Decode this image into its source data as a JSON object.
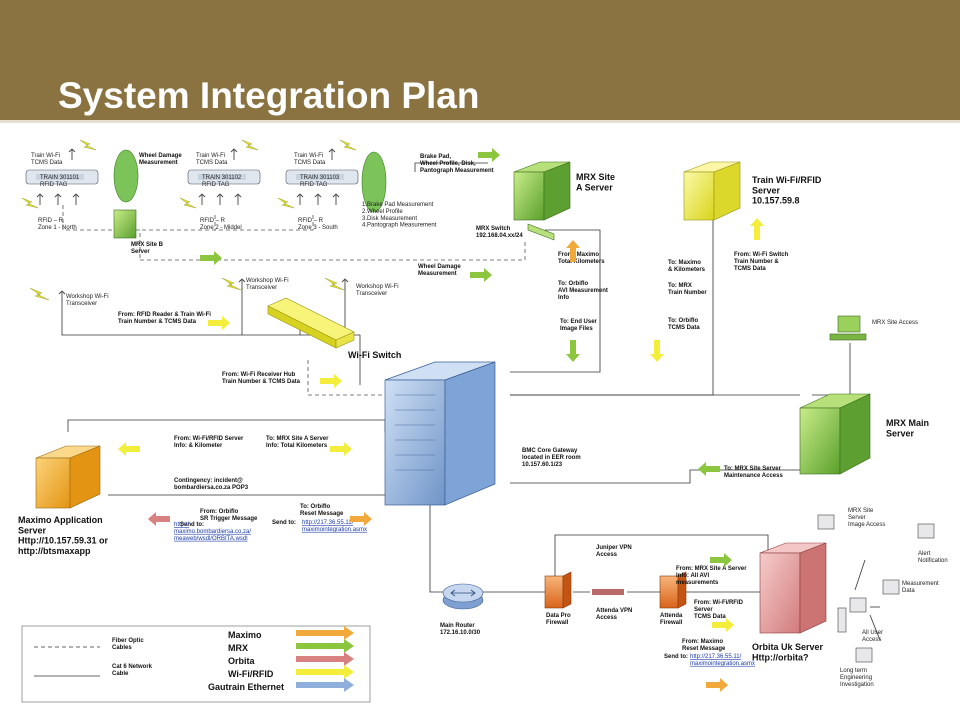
{
  "title": "System Integration Plan",
  "colors": {
    "header": "#8a7340",
    "maximo": "#f2a93b",
    "mrx": "#8cc63f",
    "orbita": "#d98080",
    "wifi_rfid": "#f2ee3b",
    "gautrain": "#8fb0dd"
  },
  "trains": [
    {
      "data": "Train Wi-Fi\nTCMS Data",
      "tag": "TRAIN 301101\nRFID TAG",
      "zone": "RFID – R\nZone 1 - North"
    },
    {
      "data": "Train Wi-Fi\nTCMS Data",
      "tag": "TRAIN 301102\nRFID TAG",
      "zone": "RFID – R\nZone 2 - Middel"
    },
    {
      "data": "Train Wi-Fi\nTCMS Data",
      "tag": "TRAIN 301103\nRFID TAG",
      "zone": "RFID – R\nZone 3 - South"
    }
  ],
  "wheel_damage": "Wheel Damage\nMeasurement",
  "mrx_site_b": "MRX Site B\nServer",
  "measurement_list": "1.Brake Pad Measurement\n2.Wheel Profile\n3.Disk Measurement\n4.Pantograph Measurement",
  "brake_pad": "Brake Pad,\nWheel Profile, Disk,\nPantograph Measurement",
  "mrx_site_a": "MRX Site\nA Server",
  "mrx_switch": "MRX Switch\n192.168.04.xx/24",
  "from_maximo_total": "From: Maximo\nTotal Kilometers",
  "to_orbiflo_avi": "To: Orbiflo\nAVI Measurement\nInfo",
  "to_end_user": "To: End User\nImage Files",
  "to_maximo_km": "To: Maximo\n& Kilometers",
  "to_mrx_train": "To: MRX\nTrain Number",
  "to_orbiflo_tcms": "To: Orbiflo\nTCMS Data",
  "train_wifi_server": "Train Wi-Fi/RFID\nServer\n10.157.59.8",
  "from_wifi_switch": "From: Wi-Fi Switch\nTrain Number &\nTCMS Data",
  "wheel_damage_2": "Wheel Damage\nMeasurement",
  "workshop_left": "Workshop Wi-Fi\nTransceiver",
  "workshop_mid": "Workshop Wi-Fi\nTransceiver",
  "workshop_right": "Workshop Wi-Fi\nTransceiver",
  "from_rfid_reader": "From: RFID Reader & Train Wi-Fi\nTrain Number & TCMS Data",
  "wifi_switch": "Wi-Fi Switch",
  "from_wifi_hub": "From: Wi-Fi Receiver Hub\nTrain Number & TCMS Data",
  "mrx_site_access": "MRX Site Access",
  "mrx_main": "MRX Main\nServer",
  "from_wifi_rfid_server": "From: Wi-Fi/RFID Server\nInfo: & Kilometer",
  "to_mrx_site_a": "To: MRX Site A Server\nInfo: Total Kilometers",
  "bmc": "BMC Core Gateway\nlocated in EER room\n10.157.60.1/23",
  "to_mrx_site_server": "To: MRX Site Server\nMaintenance Access",
  "contingency": "Contingency: incident@\nbombardiersa.co.za POP3",
  "maximo_app": "Maximo Application\nServer\nHttp://10.157.59.31 or\nhttp://btsmaxapp",
  "from_orbiflo_sr": "From: Orbiflo\nSR Trigger Message",
  "send_to": "Send to:",
  "maximo_link": "http://\nmaximo.bombardiersa.co.za/\nmeaweb/wsdl/ORBITA.wsdl",
  "to_orbiflo_reset": "To: Orbiflo\nReset Message",
  "send_to_2": "Send to:",
  "orbiflo_link": "http://217.36.55.11/\nmaximointegration.asmx",
  "juniper": "Juniper VPN\nAccess",
  "from_mrx_site_a": "From: MRX Site A Server\nInfo: All AVI\nmeasurements",
  "from_wifi_rfid_tcms": "From: Wi-Fi/RFID\nServer\nTCMS Data",
  "from_maximo_reset": "From: Maximo\nReset Message",
  "send_to_3": "Send to:",
  "orbita_link": "http://217.36.55.11/\nmaximointegration.asmx",
  "data_pro": "Data Pro\nFirewall",
  "attenda_vpn": "Attenda VPN\nAccess",
  "attenda_fw": "Attenda\nFirewall",
  "main_router": "Main Router\n172.16.10.0/30",
  "orbita_uk": "Orbita Uk Server\nHttp://orbita?",
  "mrx_site_server_img": "MRX Site\nServer\nImage Access",
  "alert": "Alert\nNotification",
  "measurement_data": "Measurement\nData",
  "all_user": "All User\nAccess",
  "long_term": "Long term\nEngineering\nInvestigation",
  "legend": {
    "fiber": "Fiber Optic\nCables",
    "cat6": "Cat 6 Network\nCable",
    "items": [
      "Maximo",
      "MRX",
      "Orbita",
      "Wi-Fi/RFID",
      "Gautrain Ethernet"
    ]
  }
}
